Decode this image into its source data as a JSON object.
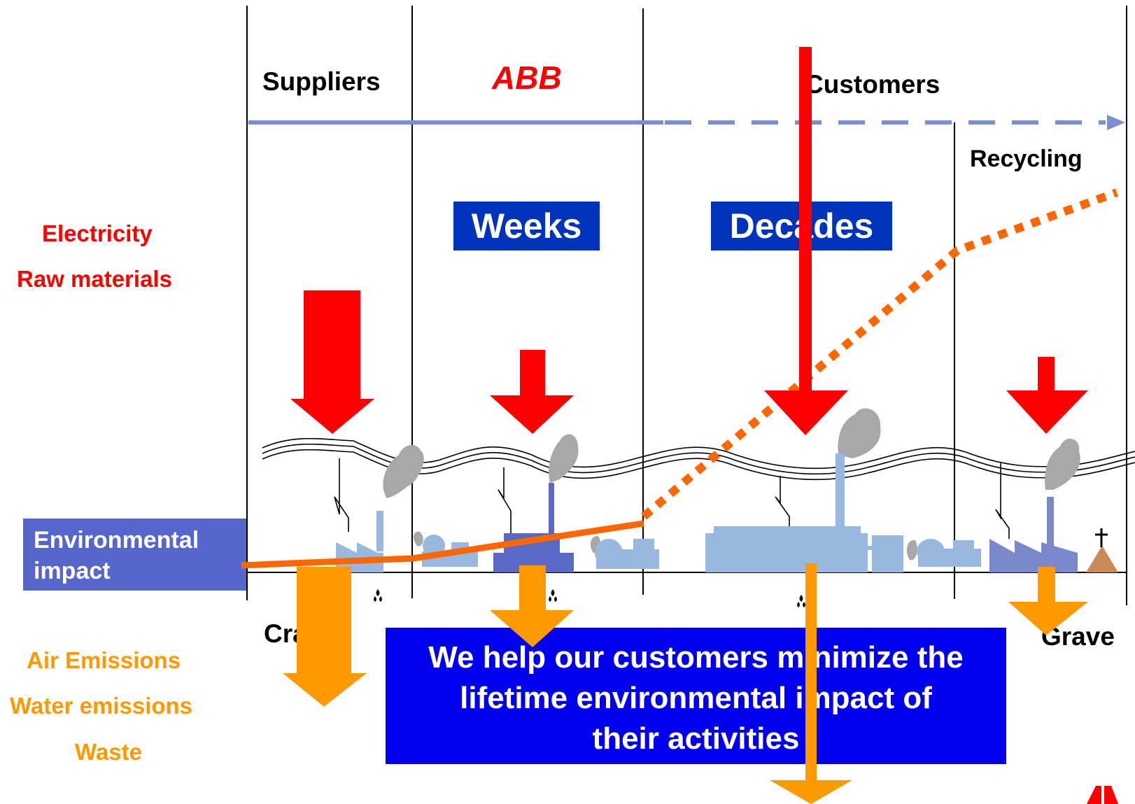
{
  "inputs": {
    "electricity": "Electricity",
    "raw_materials": "Raw materials"
  },
  "outputs": {
    "air_emissions": "Air Emissions",
    "water_emissions": "Water emissions",
    "waste": "Waste"
  },
  "phases": {
    "suppliers": "Suppliers",
    "abb_logo_text": "ABB",
    "customers": "Customers",
    "recycling": "Recycling"
  },
  "durations": {
    "weeks": "Weeks",
    "decades": "Decades"
  },
  "environmental_impact": {
    "line1": "Environmental",
    "line2": "impact"
  },
  "endpoints": {
    "cradle": "Cradle",
    "grave": "Grave"
  },
  "message": {
    "line1": "We help our customers minimize the",
    "line2": "lifetime environmental impact of",
    "line3": "their activities"
  },
  "colors": {
    "input_arrow": "#ff0000",
    "output_arrow": "#ff9900",
    "impact_line": "#ff6600",
    "timeline": "#7a8fd0",
    "building": "#99b8e0",
    "duration_box": "#0033bb",
    "message_box": "#0000ee",
    "env_box": "#5566cc"
  },
  "icons": [
    "factory-icon",
    "truck-icon",
    "smoke-icon",
    "power-line-icon",
    "grave-cross-icon",
    "water-drop-icon",
    "abb-logo-icon"
  ]
}
